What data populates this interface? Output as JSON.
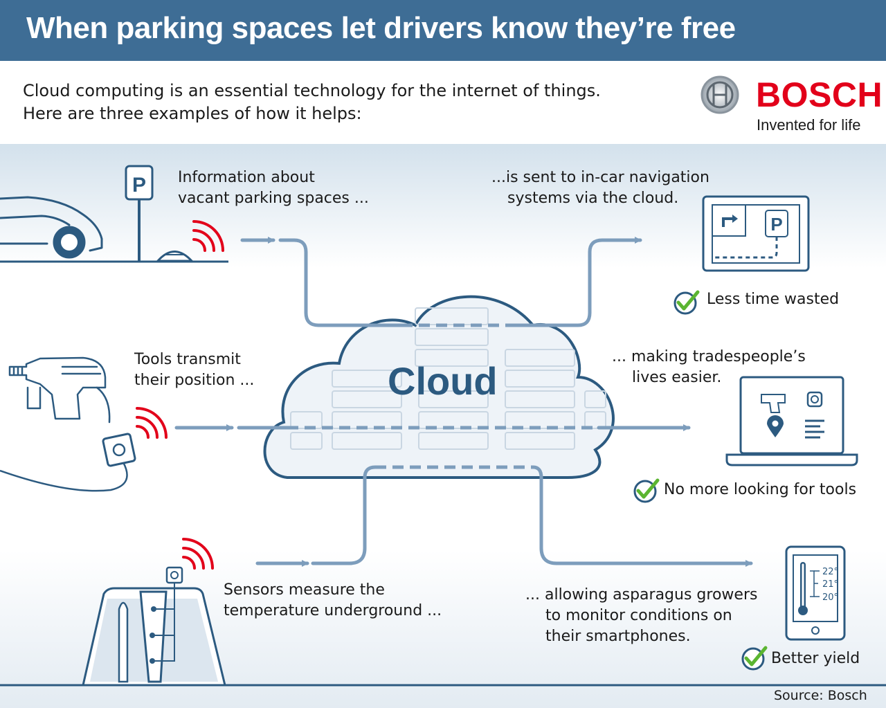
{
  "header": {
    "title": "When parking spaces let drivers know they’re free"
  },
  "intro": {
    "line1": "Cloud computing is an essential technology for the internet of things.",
    "line2": "Here are three examples of how it helps:"
  },
  "brand": {
    "name": "BOSCH",
    "tagline": "Invented for life"
  },
  "center": {
    "label": "Cloud"
  },
  "examples": [
    {
      "input_lines": [
        "Information about",
        "vacant parking spaces ..."
      ],
      "output_lines": [
        "...is sent to in-car navigation",
        "systems via the cloud."
      ],
      "benefit": "Less time wasted"
    },
    {
      "input_lines": [
        "Tools transmit",
        "their position ..."
      ],
      "output_lines": [
        "... making tradespeople’s",
        "lives easier."
      ],
      "benefit": "No more looking for tools"
    },
    {
      "input_lines": [
        "Sensors measure the",
        "temperature underground ..."
      ],
      "output_lines": [
        "... allowing asparagus growers",
        "to monitor conditions on",
        "their smartphones."
      ],
      "benefit": "Better yield"
    }
  ],
  "icons": {
    "parking_sign": "P",
    "nav_parking": "P"
  },
  "thermometer": {
    "readings": [
      "22°",
      "21°",
      "20°"
    ]
  },
  "source": "Source: Bosch",
  "colors": {
    "header_bg": "#3e6d95",
    "brand_red": "#e2001a",
    "line_blue": "#7d9dbc",
    "cloud_stroke": "#2c5a80",
    "check_green": "#5bb531",
    "signal_red": "#e2001a"
  }
}
